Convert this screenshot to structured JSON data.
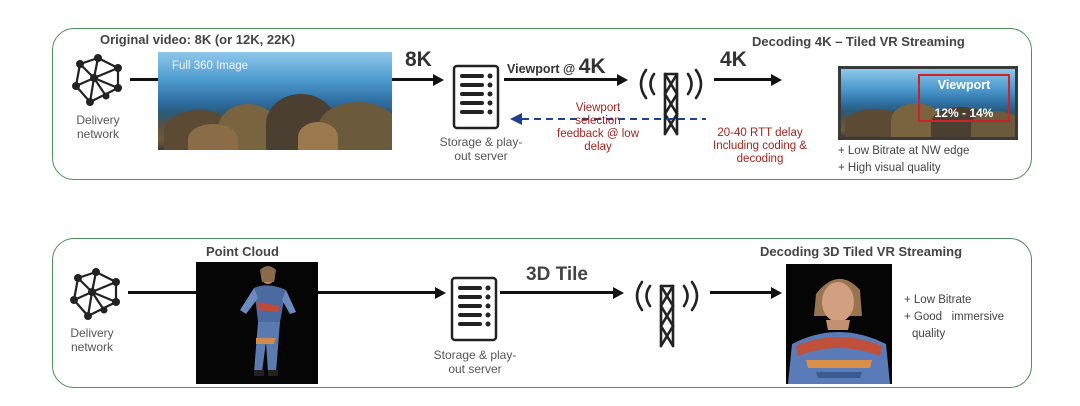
{
  "top": {
    "title_left": "Original video: 8K (or 12K, 22K)",
    "title_right": "Decoding 4K – Tiled VR Streaming",
    "delivery_label": [
      "Delivery",
      "network"
    ],
    "image_label": "Full 360 Image",
    "arrow1_label": "8K",
    "server_label": [
      "Storage & play-",
      "out server"
    ],
    "arrow2_prefix": "Viewport @ ",
    "arrow2_label": "4K",
    "arrow3_label": "4K",
    "feedback_label": [
      "Viewport",
      "selection",
      "feedback @ low",
      "delay"
    ],
    "rtt_label": [
      "20-40 RTT delay",
      "Including coding &",
      "decoding"
    ],
    "viewport_title": "Viewport",
    "viewport_percent": "12% - 14%",
    "bullets": [
      "+ Low Bitrate at NW edge",
      "+ High visual quality"
    ]
  },
  "bottom": {
    "title_left": "Point Cloud",
    "title_right": "Decoding 3D Tiled VR Streaming",
    "delivery_label": [
      "Delivery",
      "network"
    ],
    "server_label": [
      "Storage & play-",
      "out server"
    ],
    "arrow_label": "3D Tile",
    "bullets": [
      "+ Low Bitrate",
      "+ Good   immersive",
      "quality"
    ]
  },
  "colors": {
    "panel_border": "#4f8f5c",
    "feedback_red": "#a0261e",
    "dashed_blue": "#1f3f8f",
    "viewport_box": "#d0202a"
  },
  "icons": [
    "network-node-icon",
    "server-icon",
    "antenna-tower-icon"
  ]
}
